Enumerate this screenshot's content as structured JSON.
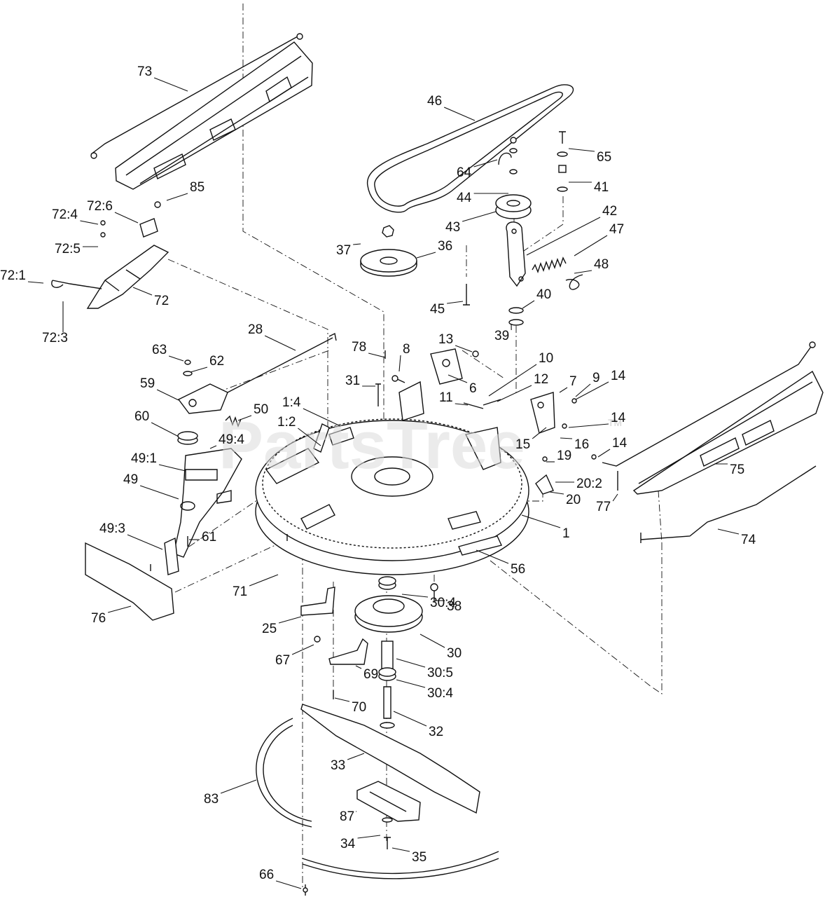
{
  "watermark": {
    "text": "PartsTree",
    "trademark": "TM"
  },
  "callouts": [
    "73",
    "46",
    "65",
    "64",
    "41",
    "44",
    "72:6",
    "85",
    "72:4",
    "43",
    "42",
    "47",
    "72:5",
    "37",
    "36",
    "72:1",
    "48",
    "72",
    "40",
    "45",
    "39",
    "72:3",
    "28",
    "13",
    "78",
    "8",
    "63",
    "62",
    "10",
    "31",
    "6",
    "59",
    "7",
    "9",
    "14",
    "12",
    "11",
    "50",
    "1:4",
    "60",
    "14",
    "1:2",
    "49:4",
    "15",
    "16",
    "14",
    "19",
    "49:1",
    "20:2",
    "75",
    "49",
    "20",
    "77",
    "74",
    "49:3",
    "61",
    "1",
    "56",
    "71",
    "38",
    "30:4",
    "76",
    "25",
    "30",
    "67",
    "69",
    "30:5",
    "30:4",
    "70",
    "32",
    "33",
    "83",
    "87",
    "34",
    "35",
    "66"
  ]
}
